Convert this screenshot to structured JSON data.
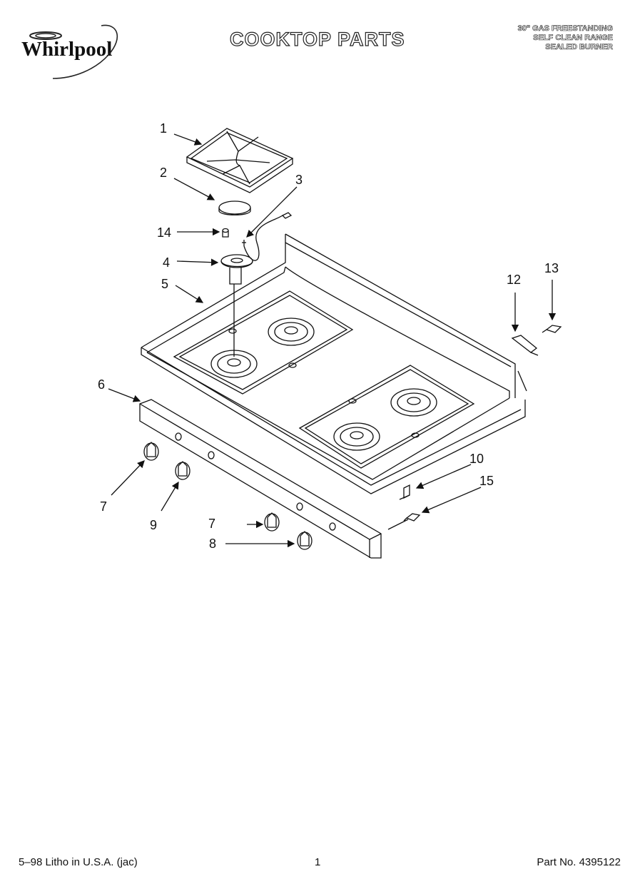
{
  "header": {
    "brand": "Whirlpool",
    "title": "COOKTOP PARTS",
    "subtitle_lines": [
      "30\" GAS FREESTANDING",
      "SELF CLEAN RANGE",
      "SEALED BURNER"
    ]
  },
  "callouts": [
    "1",
    "2",
    "3",
    "14",
    "4",
    "5",
    "12",
    "13",
    "6",
    "10",
    "15",
    "7",
    "9",
    "7",
    "8"
  ],
  "footer": {
    "left": "5–98 Litho in U.S.A. (jac)",
    "center": "1",
    "right": "Part No. 4395122"
  }
}
